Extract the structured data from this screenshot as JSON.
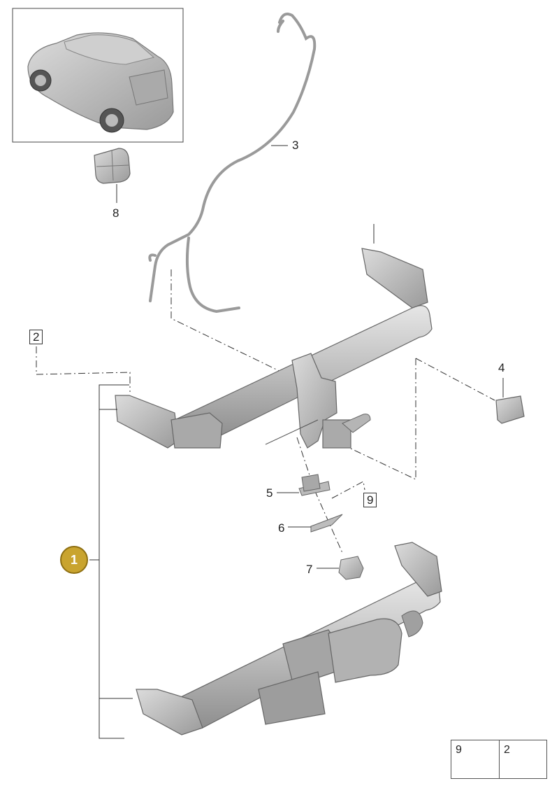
{
  "labels": {
    "part_1": "1",
    "part_2": "2",
    "part_3": "3",
    "part_4": "4",
    "part_5": "5",
    "part_6": "6",
    "part_7": "7",
    "part_8": "8",
    "part_9": "9"
  },
  "legend": {
    "items": [
      {
        "number": "9",
        "icon": "bolt-short-icon"
      },
      {
        "number": "2",
        "icon": "bolt-long-icon"
      }
    ]
  },
  "colors": {
    "part_fill": "#c8c8c8",
    "part_stroke": "#6a6a6a",
    "callout": "#c9a42f",
    "line": "#333333"
  },
  "icons": [
    "vehicle-thumbnail",
    "tow-hitch-ball-icon",
    "receiver-icon",
    "wiring-harness-icon"
  ]
}
